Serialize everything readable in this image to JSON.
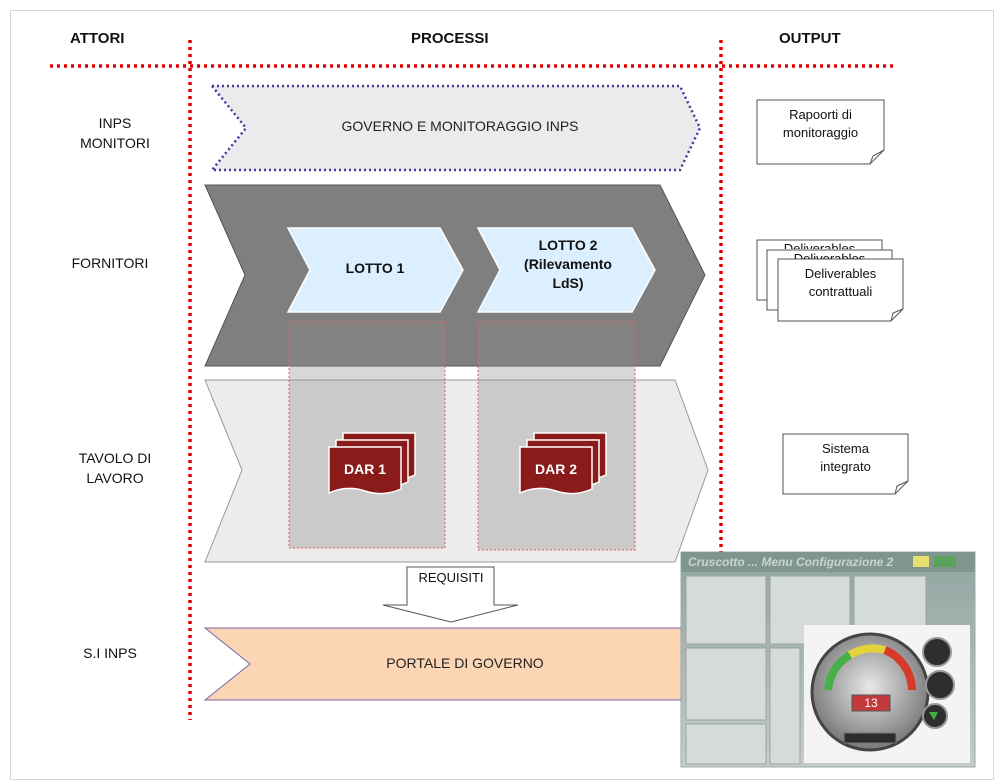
{
  "columns": {
    "actors": "ATTORI",
    "processes": "PROCESSI",
    "output": "OUTPUT"
  },
  "actors": {
    "inps_line1": "INPS",
    "inps_line2": "MONITORI",
    "fornitori": "FORNITORI",
    "tavolo_line1": "TAVOLO DI",
    "tavolo_line2": "LAVORO",
    "si_inps": "S.I INPS"
  },
  "processes": {
    "governo": "GOVERNO E MONITORAGGIO INPS",
    "lotto1": "LOTTO 1",
    "lotto2_line1": "LOTTO 2",
    "lotto2_line2": "(Rilevamento",
    "lotto2_line3": "LdS)",
    "dar1": "DAR 1",
    "dar2": "DAR 2",
    "requisiti": "REQUISITI",
    "portale": "PORTALE DI GOVERNO"
  },
  "outputs": {
    "rapporti_line1": "Rapoorti di",
    "rapporti_line2": "monitoraggio",
    "deliverables_back": "Deliverables",
    "deliverables_line1": "Deliverables",
    "deliverables_line2": "contrattuali",
    "sistema_line1": "Sistema",
    "sistema_line2": "integrato"
  },
  "screenshot": {
    "title": "Cruscotto ... Menu Configurazione 2",
    "gauge_value": "13"
  },
  "colors": {
    "divider": "#e00000",
    "dark_chevron": "#7f7f7f",
    "light_chevron": "#eeeeee",
    "lotto": "#dcefff",
    "dar": "#8b1a1a",
    "portale": "#fcd5b5",
    "portale_border": "#7f62a6",
    "governo_border": "#3a3aa0"
  }
}
